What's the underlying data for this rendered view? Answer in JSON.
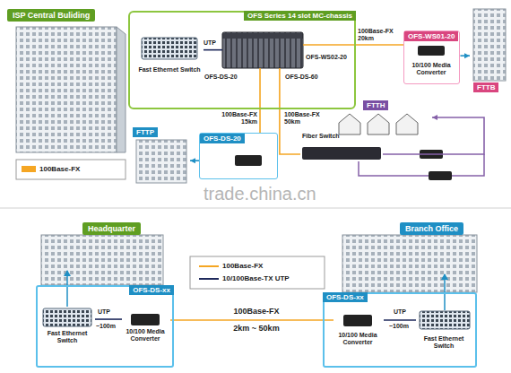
{
  "diagram": {
    "nodes": [
      {
        "text": [
          "ISP Central Buliding"
        ]
      },
      {
        "text": [
          "OFS Series 14 slot MC-chassis"
        ]
      },
      {
        "text": [
          "Fast Ethernet Switch"
        ],
        "in": 1
      },
      {
        "text": [
          "OFS-WS02-20",
          "OFS-DS-20",
          "OFS-DS-60"
        ],
        "in": 1
      },
      {
        "text": [
          "OFS-WS01-20",
          "10/100 Media Converter"
        ]
      },
      {
        "text": [
          "FTTB"
        ]
      },
      {
        "text": [
          "FTTP"
        ]
      },
      {
        "text": [
          "OFS-DS-20"
        ]
      },
      {
        "text": [
          "FTTH"
        ]
      },
      {
        "text": [
          "Fiber Switch"
        ]
      },
      {
        "text": [
          "Headquarter"
        ]
      },
      {
        "text": [
          "OFS-DS-xx"
        ]
      },
      {
        "text": [
          "Fast Ethernet Switch"
        ],
        "in": 11
      },
      {
        "text": [
          "10/100 Media Converter"
        ],
        "in": 11
      },
      {
        "text": [
          "Branch Office"
        ]
      },
      {
        "text": [
          "OFS-DS-xx"
        ]
      },
      {
        "text": [
          "10/100 Media Converter"
        ],
        "in": 15
      },
      {
        "text": [
          "Fast Ethernet Switch"
        ],
        "in": 15
      }
    ],
    "edges": [
      {
        "from": 2,
        "to": 3,
        "label": "UTP",
        "arrow": "none"
      },
      {
        "from": 3,
        "to": 4,
        "label": "100Base-FX 20km",
        "arrow": "none"
      },
      {
        "from": 4,
        "to": 5,
        "arrow": "to"
      },
      {
        "from": 3,
        "to": 7,
        "label": "100Base-FX 15km",
        "arrow": "none"
      },
      {
        "from": 7,
        "to": 6,
        "arrow": "to"
      },
      {
        "from": 3,
        "to": 9,
        "label": "100Base-FX 50km",
        "arrow": "none"
      },
      {
        "from": 9,
        "to": 8,
        "arrow": "to"
      },
      {
        "from": 12,
        "to": 13,
        "label": "UTP",
        "arrow": "none"
      },
      {
        "from": 13,
        "to": 16,
        "label": "100Base-FX",
        "arrow": "none"
      },
      {
        "from": 16,
        "to": 17,
        "label": "UTP",
        "arrow": "none"
      }
    ],
    "labels": [
      "~100m",
      "~100m",
      "2km ~ 50km",
      "trade.china.cn"
    ],
    "legend": [
      {
        "text": "100Base-FX",
        "color": "#f5a623"
      },
      {
        "text": "100Base-FX"
      },
      {
        "text": "10/100Base-TX UTP"
      }
    ]
  }
}
